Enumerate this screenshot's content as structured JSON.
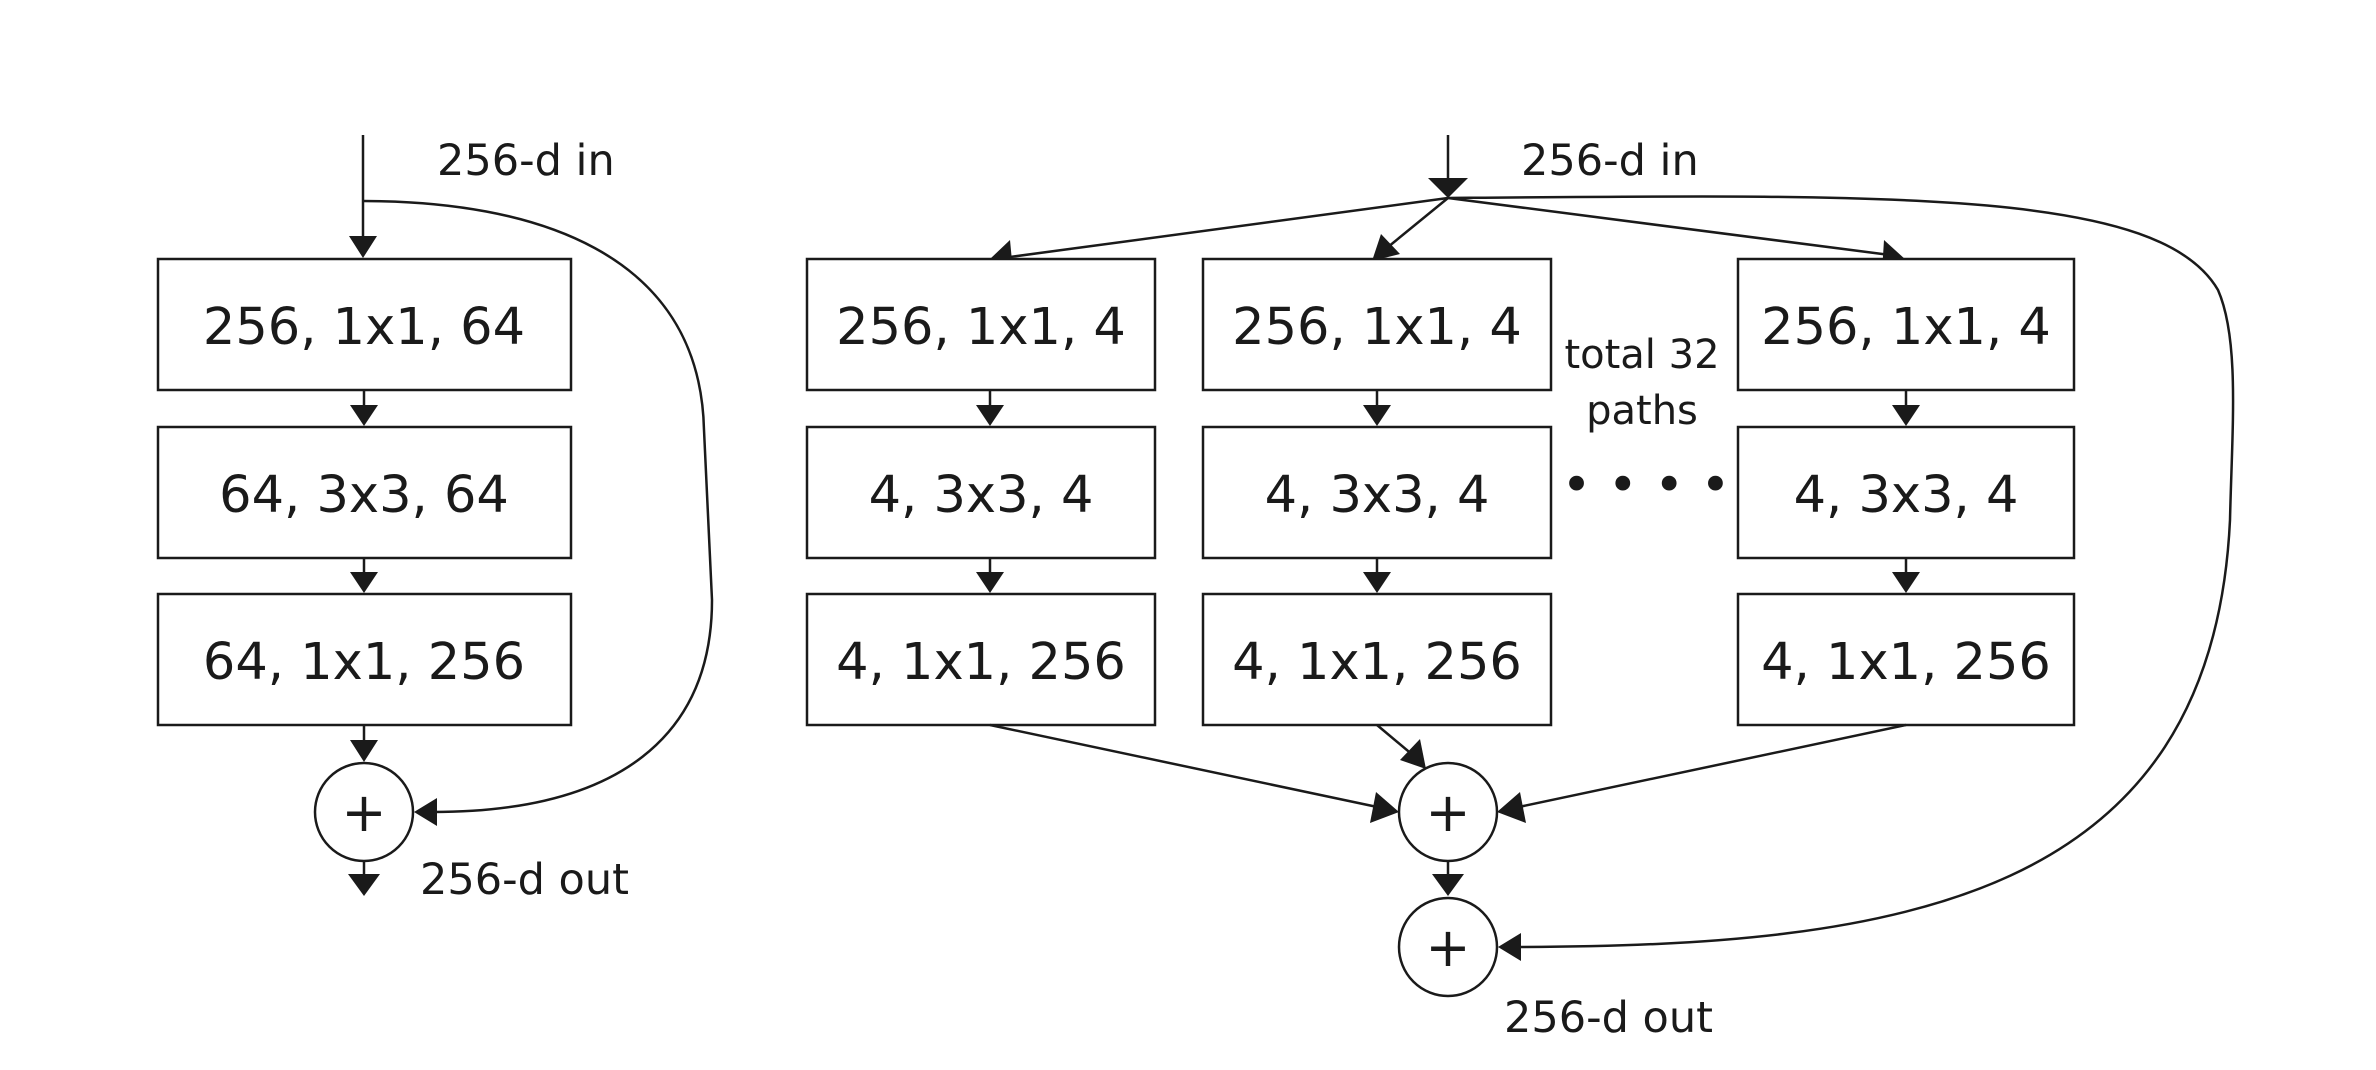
{
  "left_block": {
    "input_label": "256-d in",
    "layers": [
      "256, 1x1, 64",
      "64, 3x3, 64",
      "64, 1x1, 256"
    ],
    "add_symbol": "+",
    "output_label": "256-d out"
  },
  "right_block": {
    "input_label": "256-d in",
    "paths": [
      {
        "layers": [
          "256, 1x1, 4",
          "4, 3x3, 4",
          "4, 1x1, 256"
        ]
      },
      {
        "layers": [
          "256, 1x1, 4",
          "4, 3x3, 4",
          "4, 1x1, 256"
        ]
      },
      {
        "layers": [
          "256, 1x1, 4",
          "4, 3x3, 4",
          "4, 1x1, 256"
        ]
      }
    ],
    "paths_note_line1": "total 32",
    "paths_note_line2": "paths",
    "ellipsis": "• • • •",
    "aggregate_symbol": "+",
    "residual_symbol": "+",
    "output_label": "256-d out"
  }
}
